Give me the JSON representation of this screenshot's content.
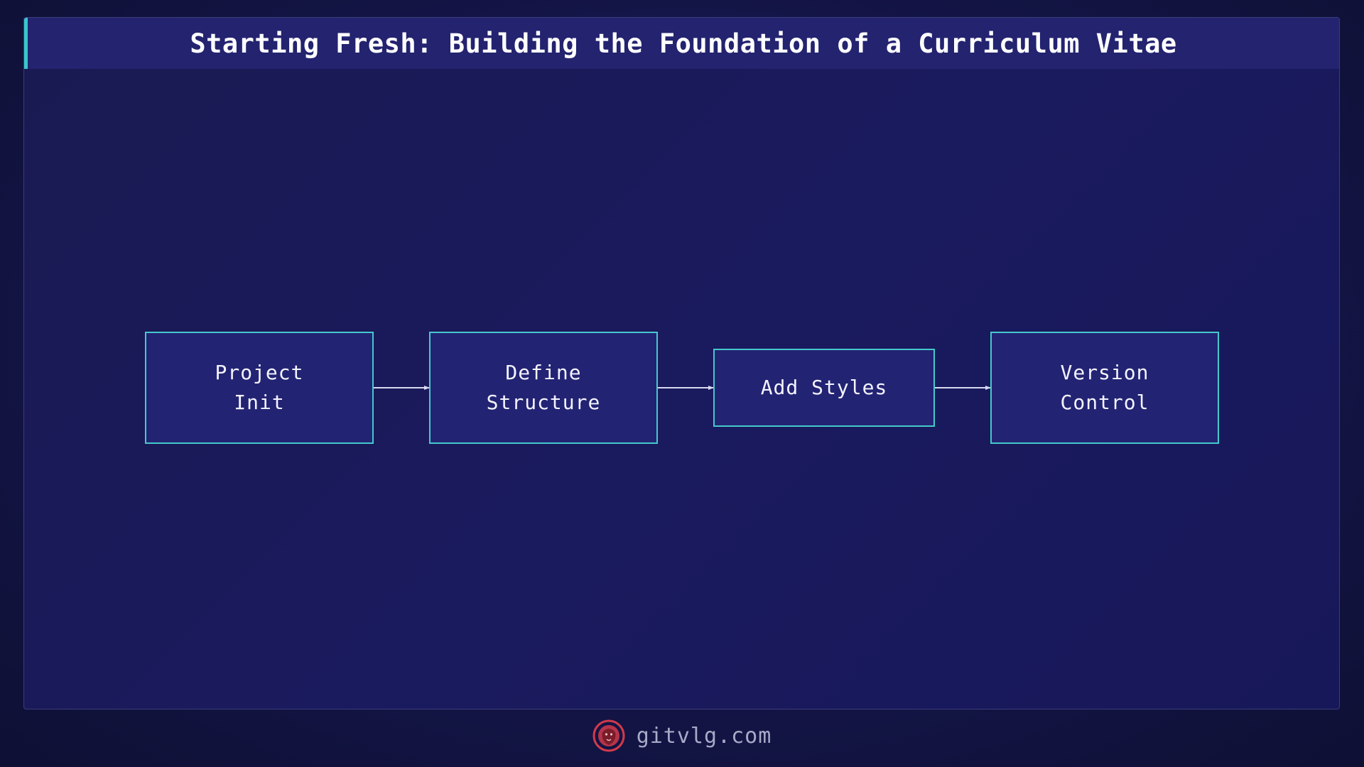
{
  "title": "Starting Fresh: Building the Foundation of a Curriculum Vitae",
  "steps": [
    {
      "label": "Project\nInit"
    },
    {
      "label": "Define\nStructure"
    },
    {
      "label": "Add Styles"
    },
    {
      "label": "Version\nControl"
    }
  ],
  "footer": {
    "site": "gitvlg.com",
    "logo_icon": "lion-emblem-icon"
  },
  "colors": {
    "node_border": "#45c9cc",
    "node_fill": "#232373",
    "title_accent": "#38c7c9",
    "logo": "#d23a4a"
  }
}
